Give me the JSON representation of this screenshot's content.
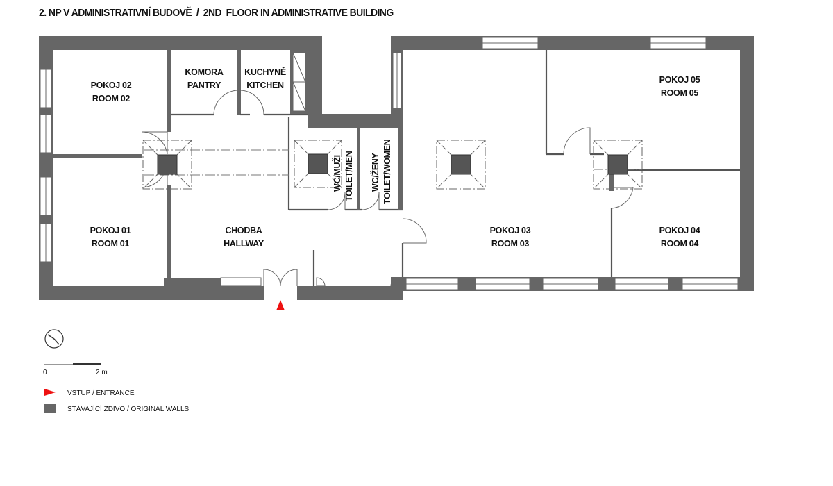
{
  "title": "2. NP V ADMINISTRATIVNÍ BUDOVĚ  /  2ND  FLOOR IN ADMINISTRATIVE BUILDING",
  "rooms": {
    "room02": [
      "POKOJ 02",
      "ROOM 02"
    ],
    "pantry": [
      "KOMORA",
      "PANTRY"
    ],
    "kitchen": [
      "KUCHYNĚ",
      "KITCHEN"
    ],
    "room05": [
      "POKOJ 05",
      "ROOM 05"
    ],
    "wc_men": [
      "WC/MUŽI",
      "TOILET/MEN"
    ],
    "wc_women": [
      "WC/ŽENY",
      "TOILET/WOMEN"
    ],
    "room01": [
      "POKOJ 01",
      "ROOM 01"
    ],
    "hallway": [
      "CHODBA",
      "HALLWAY"
    ],
    "room03": [
      "POKOJ 03",
      "ROOM 03"
    ],
    "room04": [
      "POKOJ 04",
      "ROOM 04"
    ]
  },
  "scale": {
    "start": "0",
    "end": "2 m"
  },
  "legend": {
    "entrance": "VSTUP  / ENTRANCE",
    "walls": "STÁVAJÍCÍ ZDIVO  /  ORIGINAL WALLS"
  },
  "colors": {
    "wall": "#666666",
    "entrance": "#ee1111"
  },
  "icons": {
    "north": "north-arrow-icon",
    "entrance": "triangle-marker-icon"
  }
}
